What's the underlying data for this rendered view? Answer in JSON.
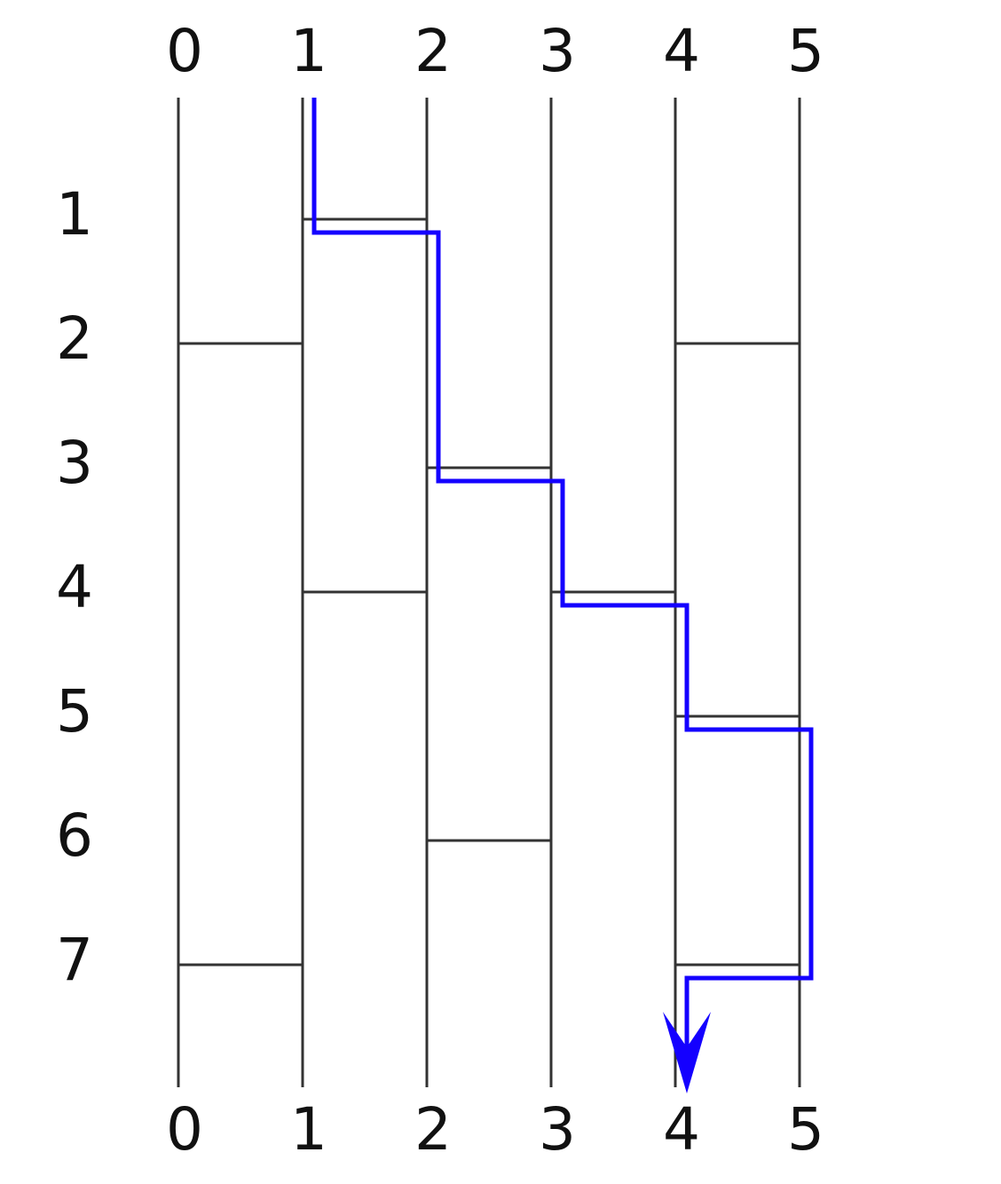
{
  "diagram": {
    "top_labels": [
      "0",
      "1",
      "2",
      "3",
      "4",
      "5"
    ],
    "bottom_labels": [
      "0",
      "1",
      "2",
      "3",
      "4",
      "5"
    ],
    "row_labels": [
      "1",
      "2",
      "3",
      "4",
      "5",
      "6",
      "7"
    ],
    "rungs": [
      {
        "row": 1,
        "from": 1,
        "to": 2
      },
      {
        "row": 2,
        "from": 0,
        "to": 1
      },
      {
        "row": 2,
        "from": 4,
        "to": 5
      },
      {
        "row": 3,
        "from": 2,
        "to": 3
      },
      {
        "row": 4,
        "from": 1,
        "to": 2
      },
      {
        "row": 4,
        "from": 3,
        "to": 4
      },
      {
        "row": 5,
        "from": 4,
        "to": 5
      },
      {
        "row": 6,
        "from": 2,
        "to": 3
      },
      {
        "row": 7,
        "from": 0,
        "to": 1
      },
      {
        "row": 7,
        "from": 4,
        "to": 5
      }
    ],
    "highlighted_path": {
      "start": 1,
      "end": 4,
      "color": "#1400ff",
      "line_color": "#333333"
    }
  }
}
